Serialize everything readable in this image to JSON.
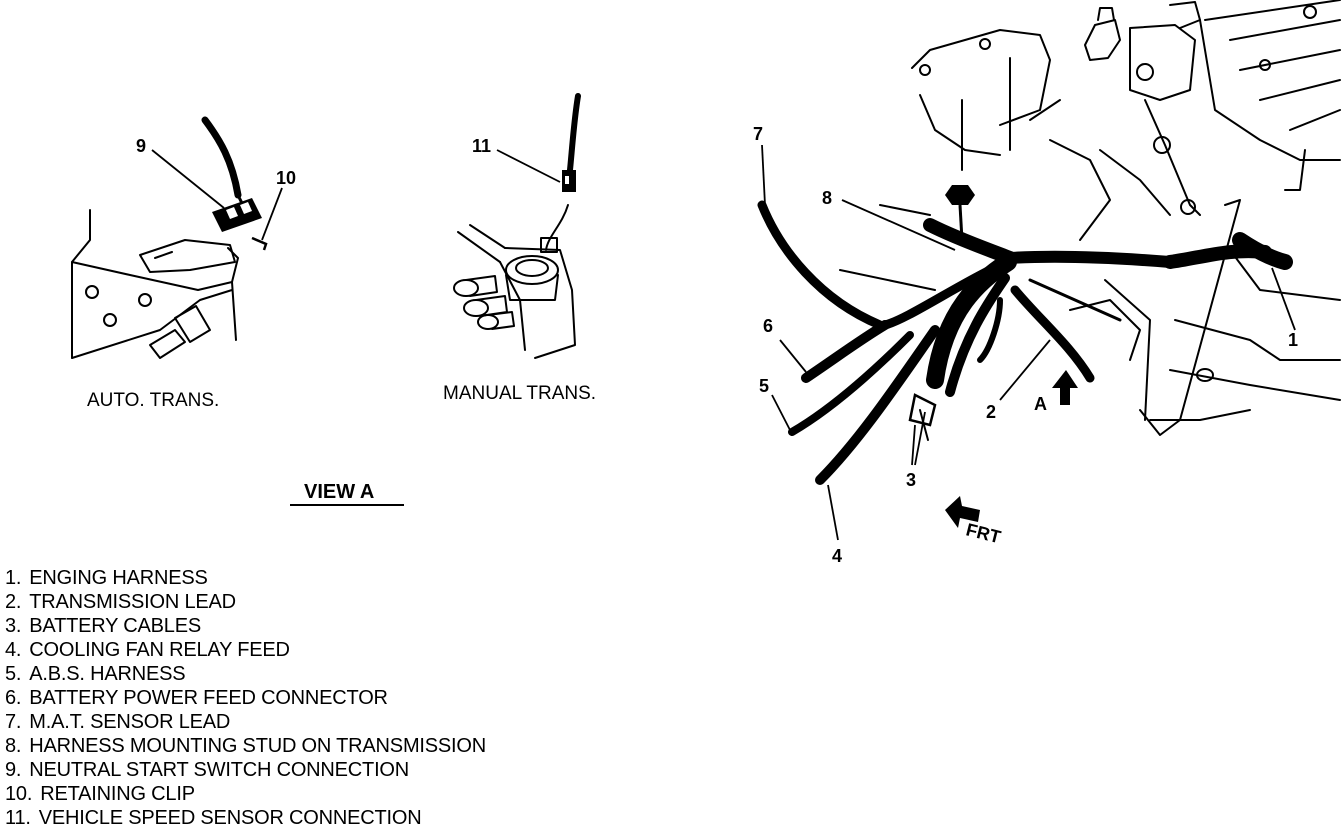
{
  "view_a": {
    "auto_caption": "AUTO. TRANS.",
    "manual_caption": "MANUAL TRANS.",
    "title": "VIEW A"
  },
  "callouts": {
    "c1": "1",
    "c2": "2",
    "c3": "3",
    "c4": "4",
    "c5": "5",
    "c6": "6",
    "c7": "7",
    "c8": "8",
    "c9": "9",
    "c10": "10",
    "c11": "11",
    "view_marker": "A",
    "front_marker": "FRT"
  },
  "legend": [
    {
      "num": "1.",
      "text": "ENGING HARNESS"
    },
    {
      "num": "2.",
      "text": "TRANSMISSION LEAD"
    },
    {
      "num": "3.",
      "text": "BATTERY CABLES"
    },
    {
      "num": "4.",
      "text": "COOLING FAN RELAY FEED"
    },
    {
      "num": "5.",
      "text": "A.B.S. HARNESS"
    },
    {
      "num": "6.",
      "text": "BATTERY POWER FEED CONNECTOR"
    },
    {
      "num": "7.",
      "text": "M.A.T. SENSOR LEAD"
    },
    {
      "num": "8.",
      "text": "HARNESS MOUNTING STUD ON TRANSMISSION"
    },
    {
      "num": "9.",
      "text": "NEUTRAL START SWITCH CONNECTION"
    },
    {
      "num": "10.",
      "text": "RETAINING CLIP"
    },
    {
      "num": "11.",
      "text": "VEHICLE SPEED SENSOR CONNECTION"
    }
  ]
}
